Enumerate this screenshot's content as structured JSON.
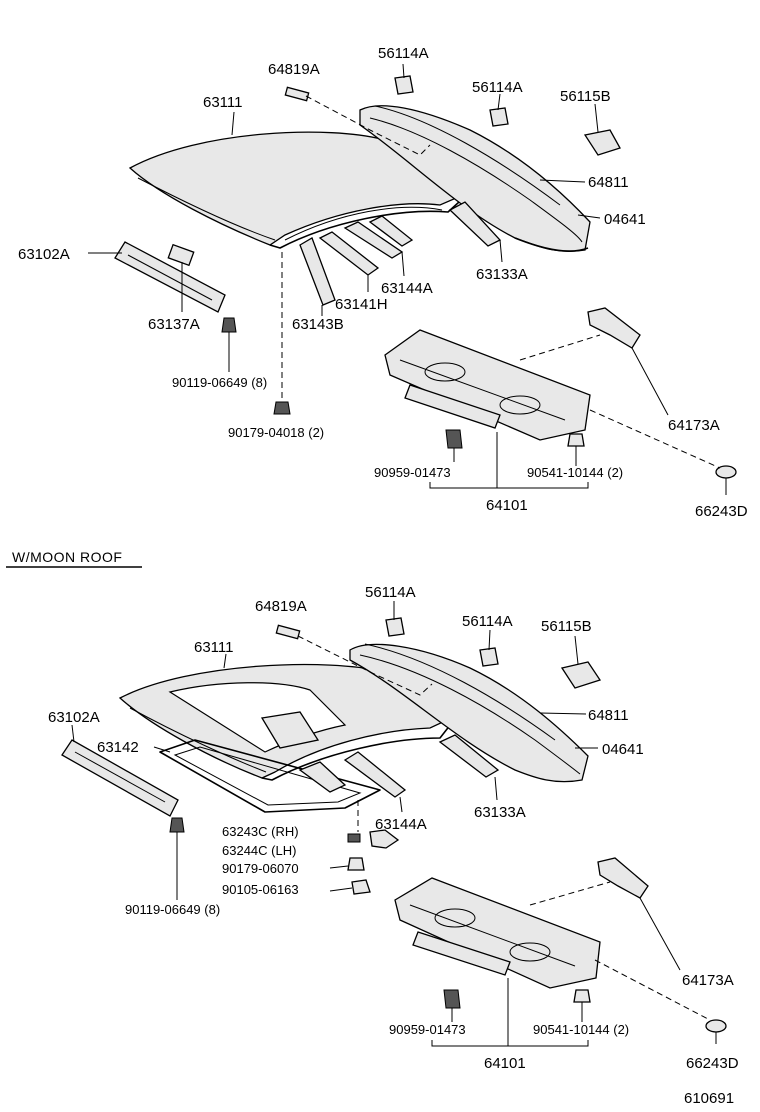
{
  "labels_top": {
    "p64819A": "64819A",
    "p56114A_1": "56114A",
    "p56114A_2": "56114A",
    "p56115B": "56115B",
    "p63111": "63111",
    "p64811": "64811",
    "p04641": "04641",
    "p63102A": "63102A",
    "p63133A": "63133A",
    "p63144A": "63144A",
    "p63141H": "63141H",
    "p63137A": "63137A",
    "p63143B": "63143B",
    "p90119": "90119-06649 (8)",
    "p90179": "90179-04018 (2)",
    "p64173A": "64173A",
    "p90959": "90959-01473",
    "p90541": "90541-10144 (2)",
    "p64101": "64101",
    "p66243D": "66243D"
  },
  "section_title": "W/MOON  ROOF",
  "labels_bottom": {
    "p64819A": "64819A",
    "p56114A_1": "56114A",
    "p56114A_2": "56114A",
    "p56115B": "56115B",
    "p63111": "63111",
    "p64811": "64811",
    "p04641": "04641",
    "p63102A": "63102A",
    "p63142": "63142",
    "p63133A": "63133A",
    "p63144A": "63144A",
    "p63243C": "63243C (RH)",
    "p63244C": "63244C (LH)",
    "p90179": "90179-06070",
    "p90105": "90105-06163",
    "p90119": "90119-06649 (8)",
    "p64173A": "64173A",
    "p90959": "90959-01473",
    "p90541": "90541-10144 (2)",
    "p64101": "64101",
    "p66243D": "66243D"
  },
  "diagram_number": "610691"
}
